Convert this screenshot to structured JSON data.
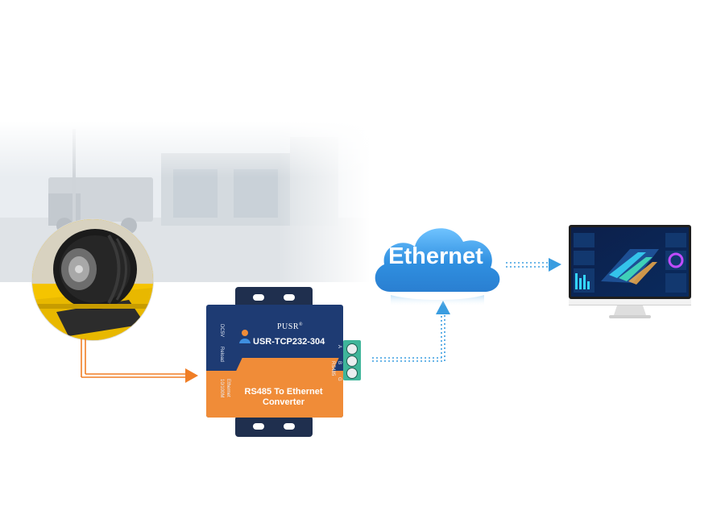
{
  "device": {
    "brand": "PUSR",
    "brand_mark": "®",
    "model": "USR-TCP232-304",
    "description_line1": "RS485 To Ethernet",
    "description_line2": "Converter",
    "port_labels": [
      "DC5V",
      "Reload",
      "RS485",
      "A",
      "B",
      "G",
      "10/100M",
      "Ethernet"
    ]
  },
  "cloud": {
    "label": "Ethernet"
  },
  "colors": {
    "serial_link": "#f07e26",
    "ethernet_link": "#3a9de0",
    "device_blue": "#1e3b73",
    "device_orange": "#f08c38",
    "terminal_green": "#3fb59a",
    "cloud_blue": "#2f8fe0"
  }
}
